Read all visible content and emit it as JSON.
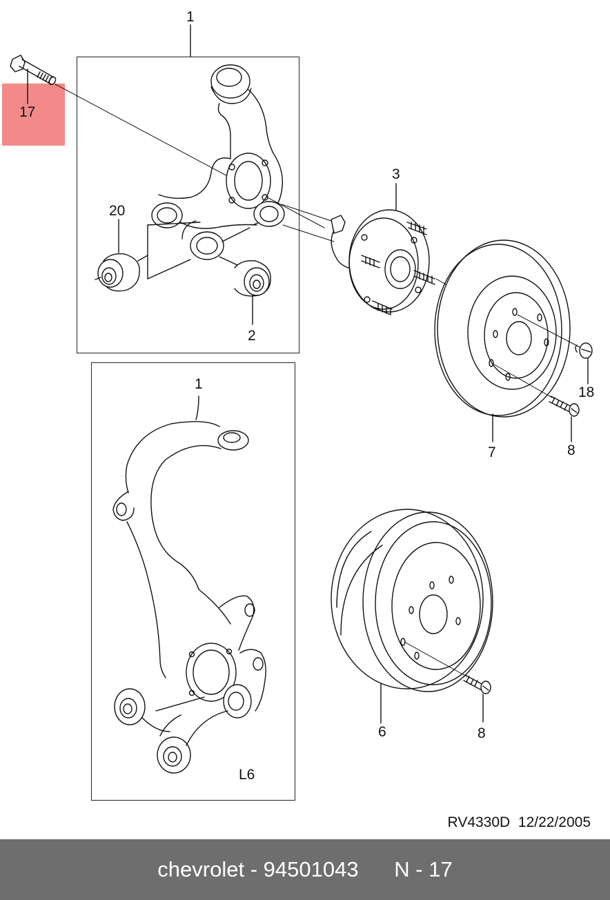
{
  "callouts": {
    "p17": "17",
    "p1_top": "1",
    "p20": "20",
    "p2": "2",
    "p3": "3",
    "p18": "18",
    "p7": "7",
    "p8_disc": "8",
    "p1_bottom": "1",
    "variant": "L6",
    "p6": "6",
    "p8_drum": "8"
  },
  "drawing": {
    "code": "RV4330D",
    "date": "12/22/2005"
  },
  "footer": {
    "brand": "chevrolet",
    "separator": " - ",
    "part_number": "94501043",
    "ref_prefix": "N - ",
    "ref_number": "17"
  },
  "colors": {
    "highlight": "#f28a8a",
    "footer_bg": "#6e6e6e",
    "footer_text": "#ffffff"
  }
}
